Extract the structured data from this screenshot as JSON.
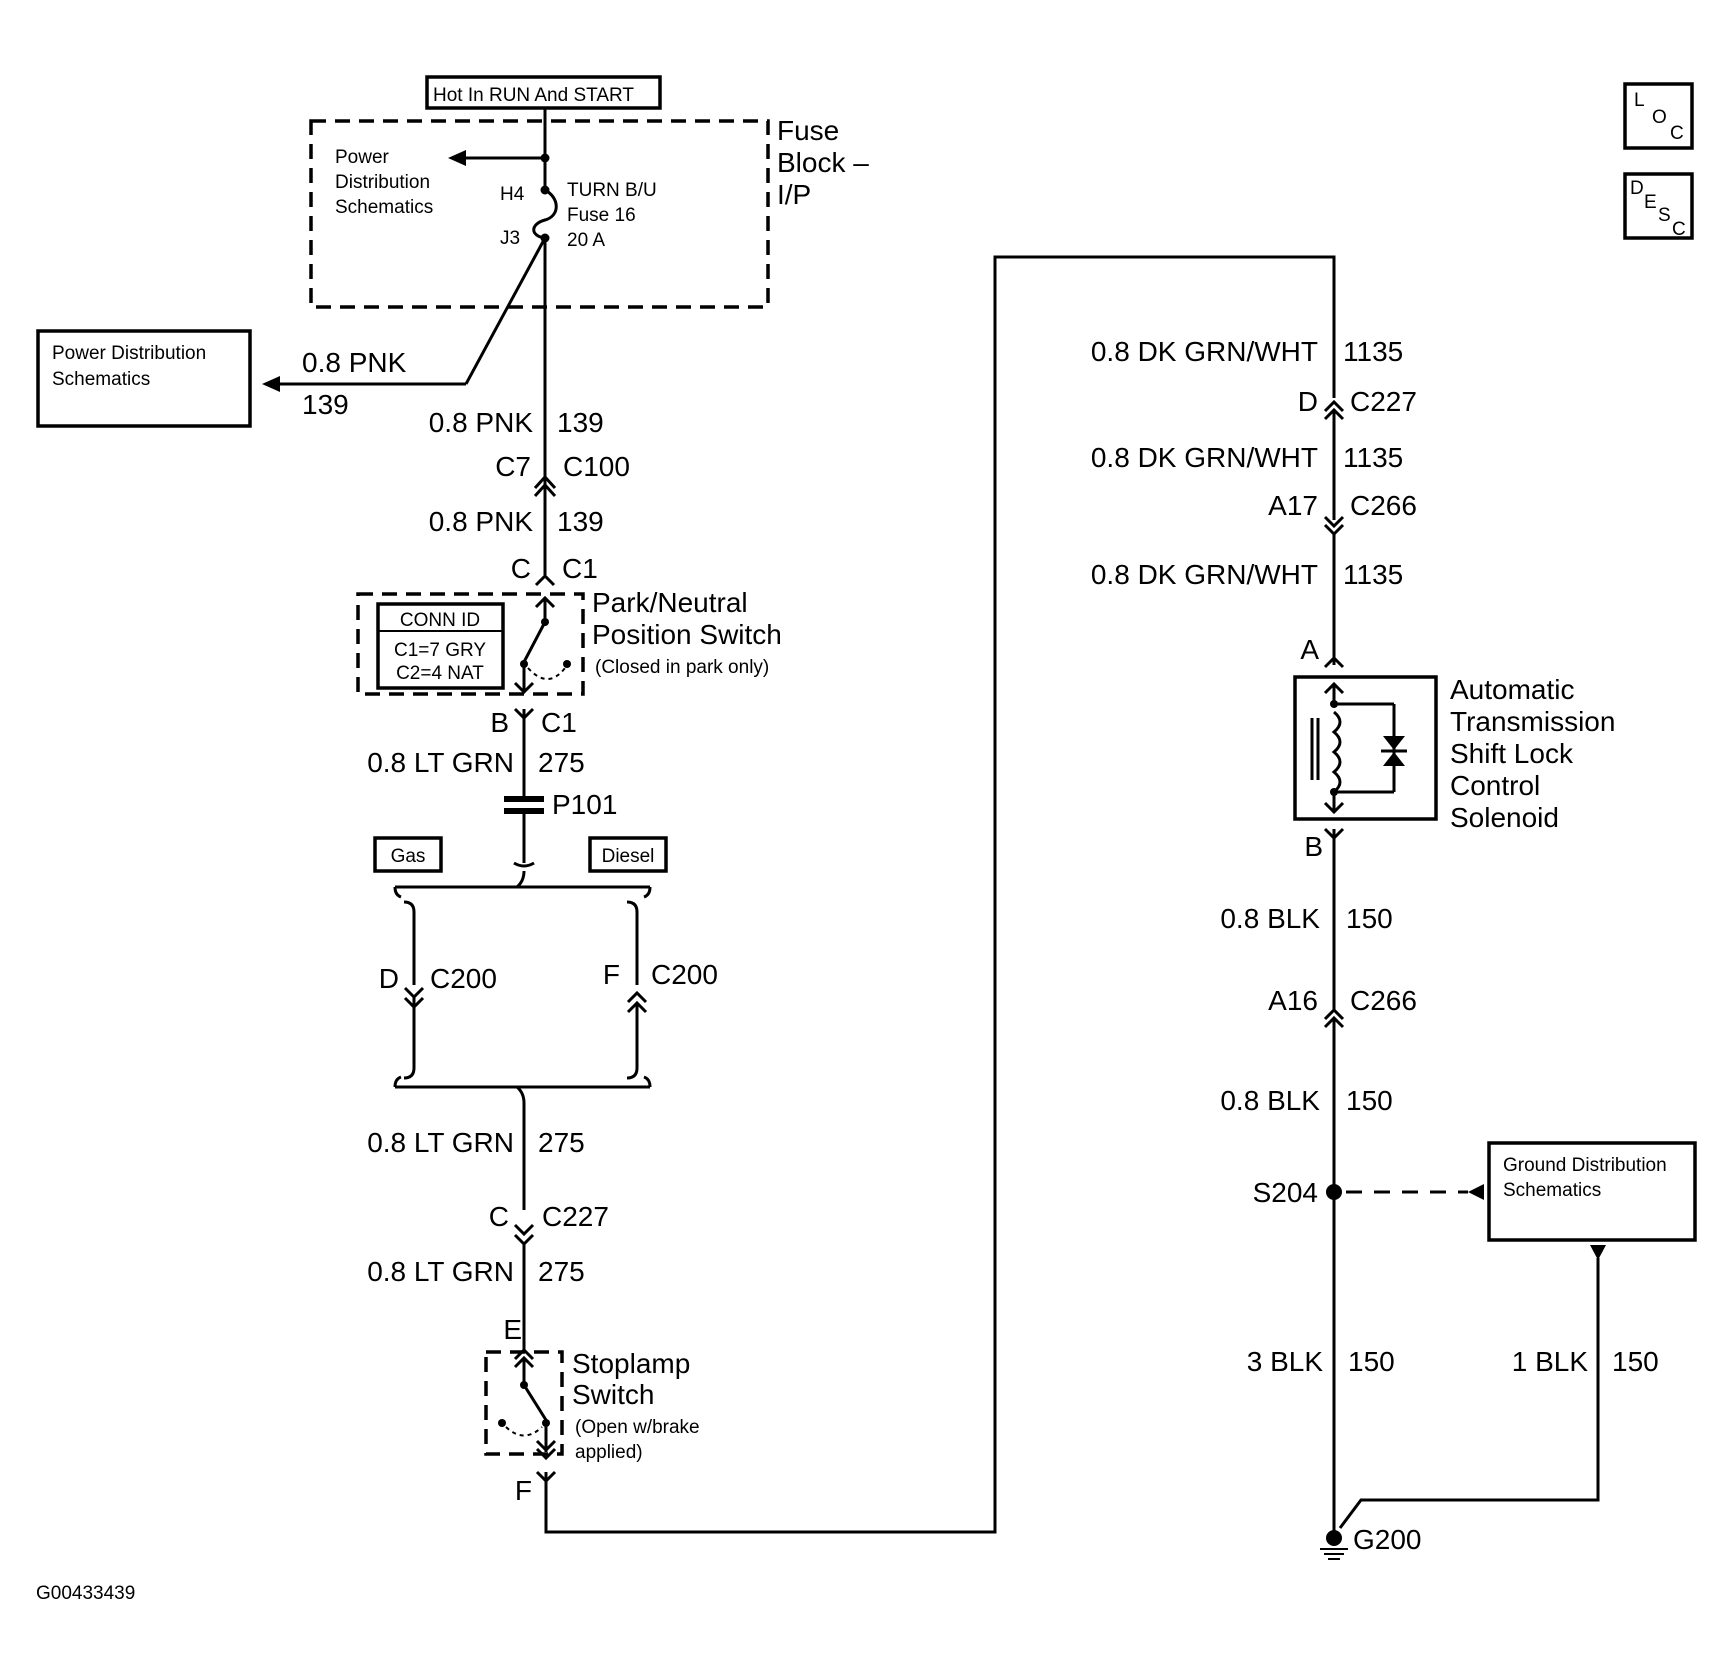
{
  "figure_id": "G00433439",
  "hot_in_run_start": "Hot In RUN And START",
  "fuse_block": {
    "label_line1": "Fuse",
    "label_line2": "Block –",
    "label_line3": "I/P",
    "power_dist_line1": "Power",
    "power_dist_line2": "Distribution",
    "power_dist_line3": "Schematics",
    "pin_in": "H4",
    "pin_out": "J3",
    "fuse_line1": "TURN B/U",
    "fuse_line2": "Fuse 16",
    "fuse_line3": "20 A"
  },
  "power_dist_box": {
    "line1": "Power Distribution",
    "line2": "Schematics",
    "wire": "0.8 PNK",
    "circuit": "139"
  },
  "left_circuit": {
    "w1_wire": "0.8 PNK",
    "w1_circ": "139",
    "c100_pin": "C7",
    "c100": "C100",
    "w2_wire": "0.8 PNK",
    "w2_circ": "139",
    "pns_in_pin": "C",
    "pns_in_conn": "C1",
    "pns_line1": "Park/Neutral",
    "pns_line2": "Position Switch",
    "pns_note": "(Closed in park only)",
    "conn_id_title": "CONN ID",
    "conn_id_1": "C1=7 GRY",
    "conn_id_2": "C2=4 NAT",
    "pns_out_pin": "B",
    "pns_out_conn": "C1",
    "w3_wire": "0.8 LT GRN",
    "w3_circ": "275",
    "p101": "P101",
    "gas": "Gas",
    "diesel": "Diesel",
    "c200_left_pin": "D",
    "c200_left": "C200",
    "c200_right_pin": "F",
    "c200_right": "C200",
    "w4_wire": "0.8 LT GRN",
    "w4_circ": "275",
    "c227_pin": "C",
    "c227": "C227",
    "w5_wire": "0.8 LT GRN",
    "w5_circ": "275",
    "stop_in_pin": "E",
    "stop_line1": "Stoplamp",
    "stop_line2": "Switch",
    "stop_note1": "(Open w/brake",
    "stop_note2": "applied)",
    "stop_out_pin": "F"
  },
  "right_circuit": {
    "w1_wire": "0.8 DK GRN/WHT",
    "w1_circ": "1135",
    "c227_pin": "D",
    "c227": "C227",
    "w2_wire": "0.8 DK GRN/WHT",
    "w2_circ": "1135",
    "c266_pin": "A17",
    "c266": "C266",
    "w3_wire": "0.8 DK GRN/WHT",
    "w3_circ": "1135",
    "sol_in_pin": "A",
    "sol_line1": "Automatic",
    "sol_line2": "Transmission",
    "sol_line3": "Shift Lock",
    "sol_line4": "Control",
    "sol_line5": "Solenoid",
    "sol_out_pin": "B",
    "w4_wire": "0.8 BLK",
    "w4_circ": "150",
    "c266b_pin": "A16",
    "c266b": "C266",
    "w5_wire": "0.8 BLK",
    "w5_circ": "150",
    "splice": "S204",
    "ground_dist_line1": "Ground Distribution",
    "ground_dist_line2": "Schematics",
    "w6_wire": "3 BLK",
    "w6_circ": "150",
    "w7_wire": "1 BLK",
    "w7_circ": "150",
    "ground": "G200"
  },
  "icons": {
    "loc_l": "L",
    "loc_o": "O",
    "loc_c": "C",
    "desc_d": "D",
    "desc_e": "E",
    "desc_s": "S",
    "desc_c": "C"
  }
}
